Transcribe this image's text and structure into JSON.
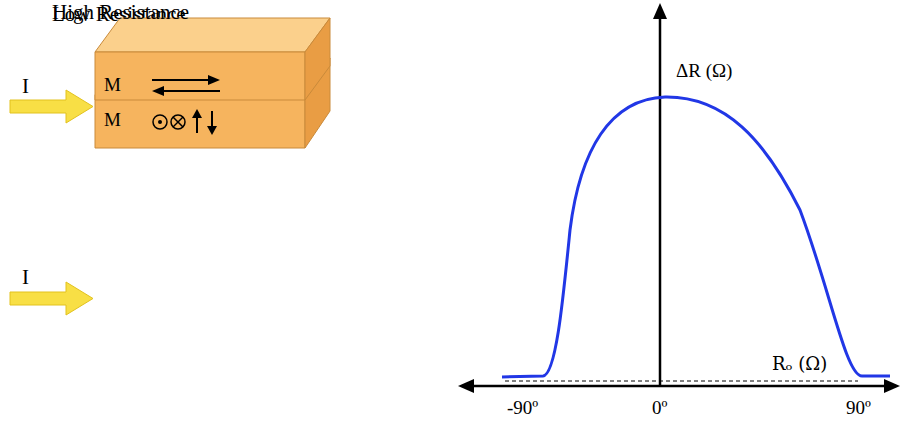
{
  "diagram": {
    "nodes": [
      {
        "text": [
          "Low Resistance",
          "M"
        ]
      },
      {
        "text": [
          "High Resistance",
          "M"
        ]
      }
    ],
    "labels": [
      "I",
      "I",
      "ΔR (Ω)",
      "Rₒ (Ω)",
      "-90º",
      "0º",
      "90º"
    ]
  }
}
